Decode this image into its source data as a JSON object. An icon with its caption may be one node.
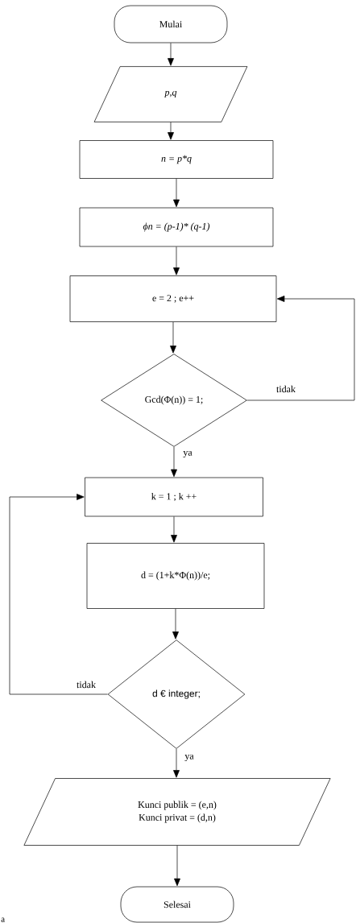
{
  "diagram": {
    "nodes": [
      {
        "text": [
          "Mulai"
        ]
      },
      {
        "text": [
          "p,q"
        ]
      },
      {
        "text": [
          "n = p*q"
        ]
      },
      {
        "text": [
          "ϕn = (p-1)* (q-1)"
        ]
      },
      {
        "text": [
          "e = 2 ; e++"
        ]
      },
      {
        "text": [
          "Gcd(Φ(n)) = 1;"
        ]
      },
      {
        "text": [
          "k = 1 ; k ++"
        ]
      },
      {
        "text": [
          "d = (1+k*Φ(n))/e;"
        ]
      },
      {
        "text": [
          "d € integer;"
        ]
      },
      {
        "text": [
          "Kunci publik = (e,n)",
          "Kunci privat = (d,n)"
        ]
      },
      {
        "text": [
          "Selesai"
        ]
      }
    ],
    "edges": [
      {
        "from": 0,
        "to": 1,
        "arrow": "to"
      },
      {
        "from": 1,
        "to": 2,
        "arrow": "to"
      },
      {
        "from": 2,
        "to": 3,
        "arrow": "to"
      },
      {
        "from": 3,
        "to": 4,
        "arrow": "to"
      },
      {
        "from": 4,
        "to": 5,
        "arrow": "to"
      },
      {
        "from": 5,
        "to": 4,
        "arrow": "to",
        "label": "tidak"
      },
      {
        "from": 5,
        "to": 6,
        "arrow": "to",
        "label": "ya"
      },
      {
        "from": 6,
        "to": 7,
        "arrow": "to"
      },
      {
        "from": 7,
        "to": 8,
        "arrow": "to"
      },
      {
        "from": 8,
        "to": 6,
        "arrow": "to",
        "label": "tidak"
      },
      {
        "from": 8,
        "to": 9,
        "arrow": "to",
        "label": "ya"
      },
      {
        "from": 9,
        "to": 10,
        "arrow": "to"
      }
    ],
    "labels": [
      "a"
    ]
  }
}
